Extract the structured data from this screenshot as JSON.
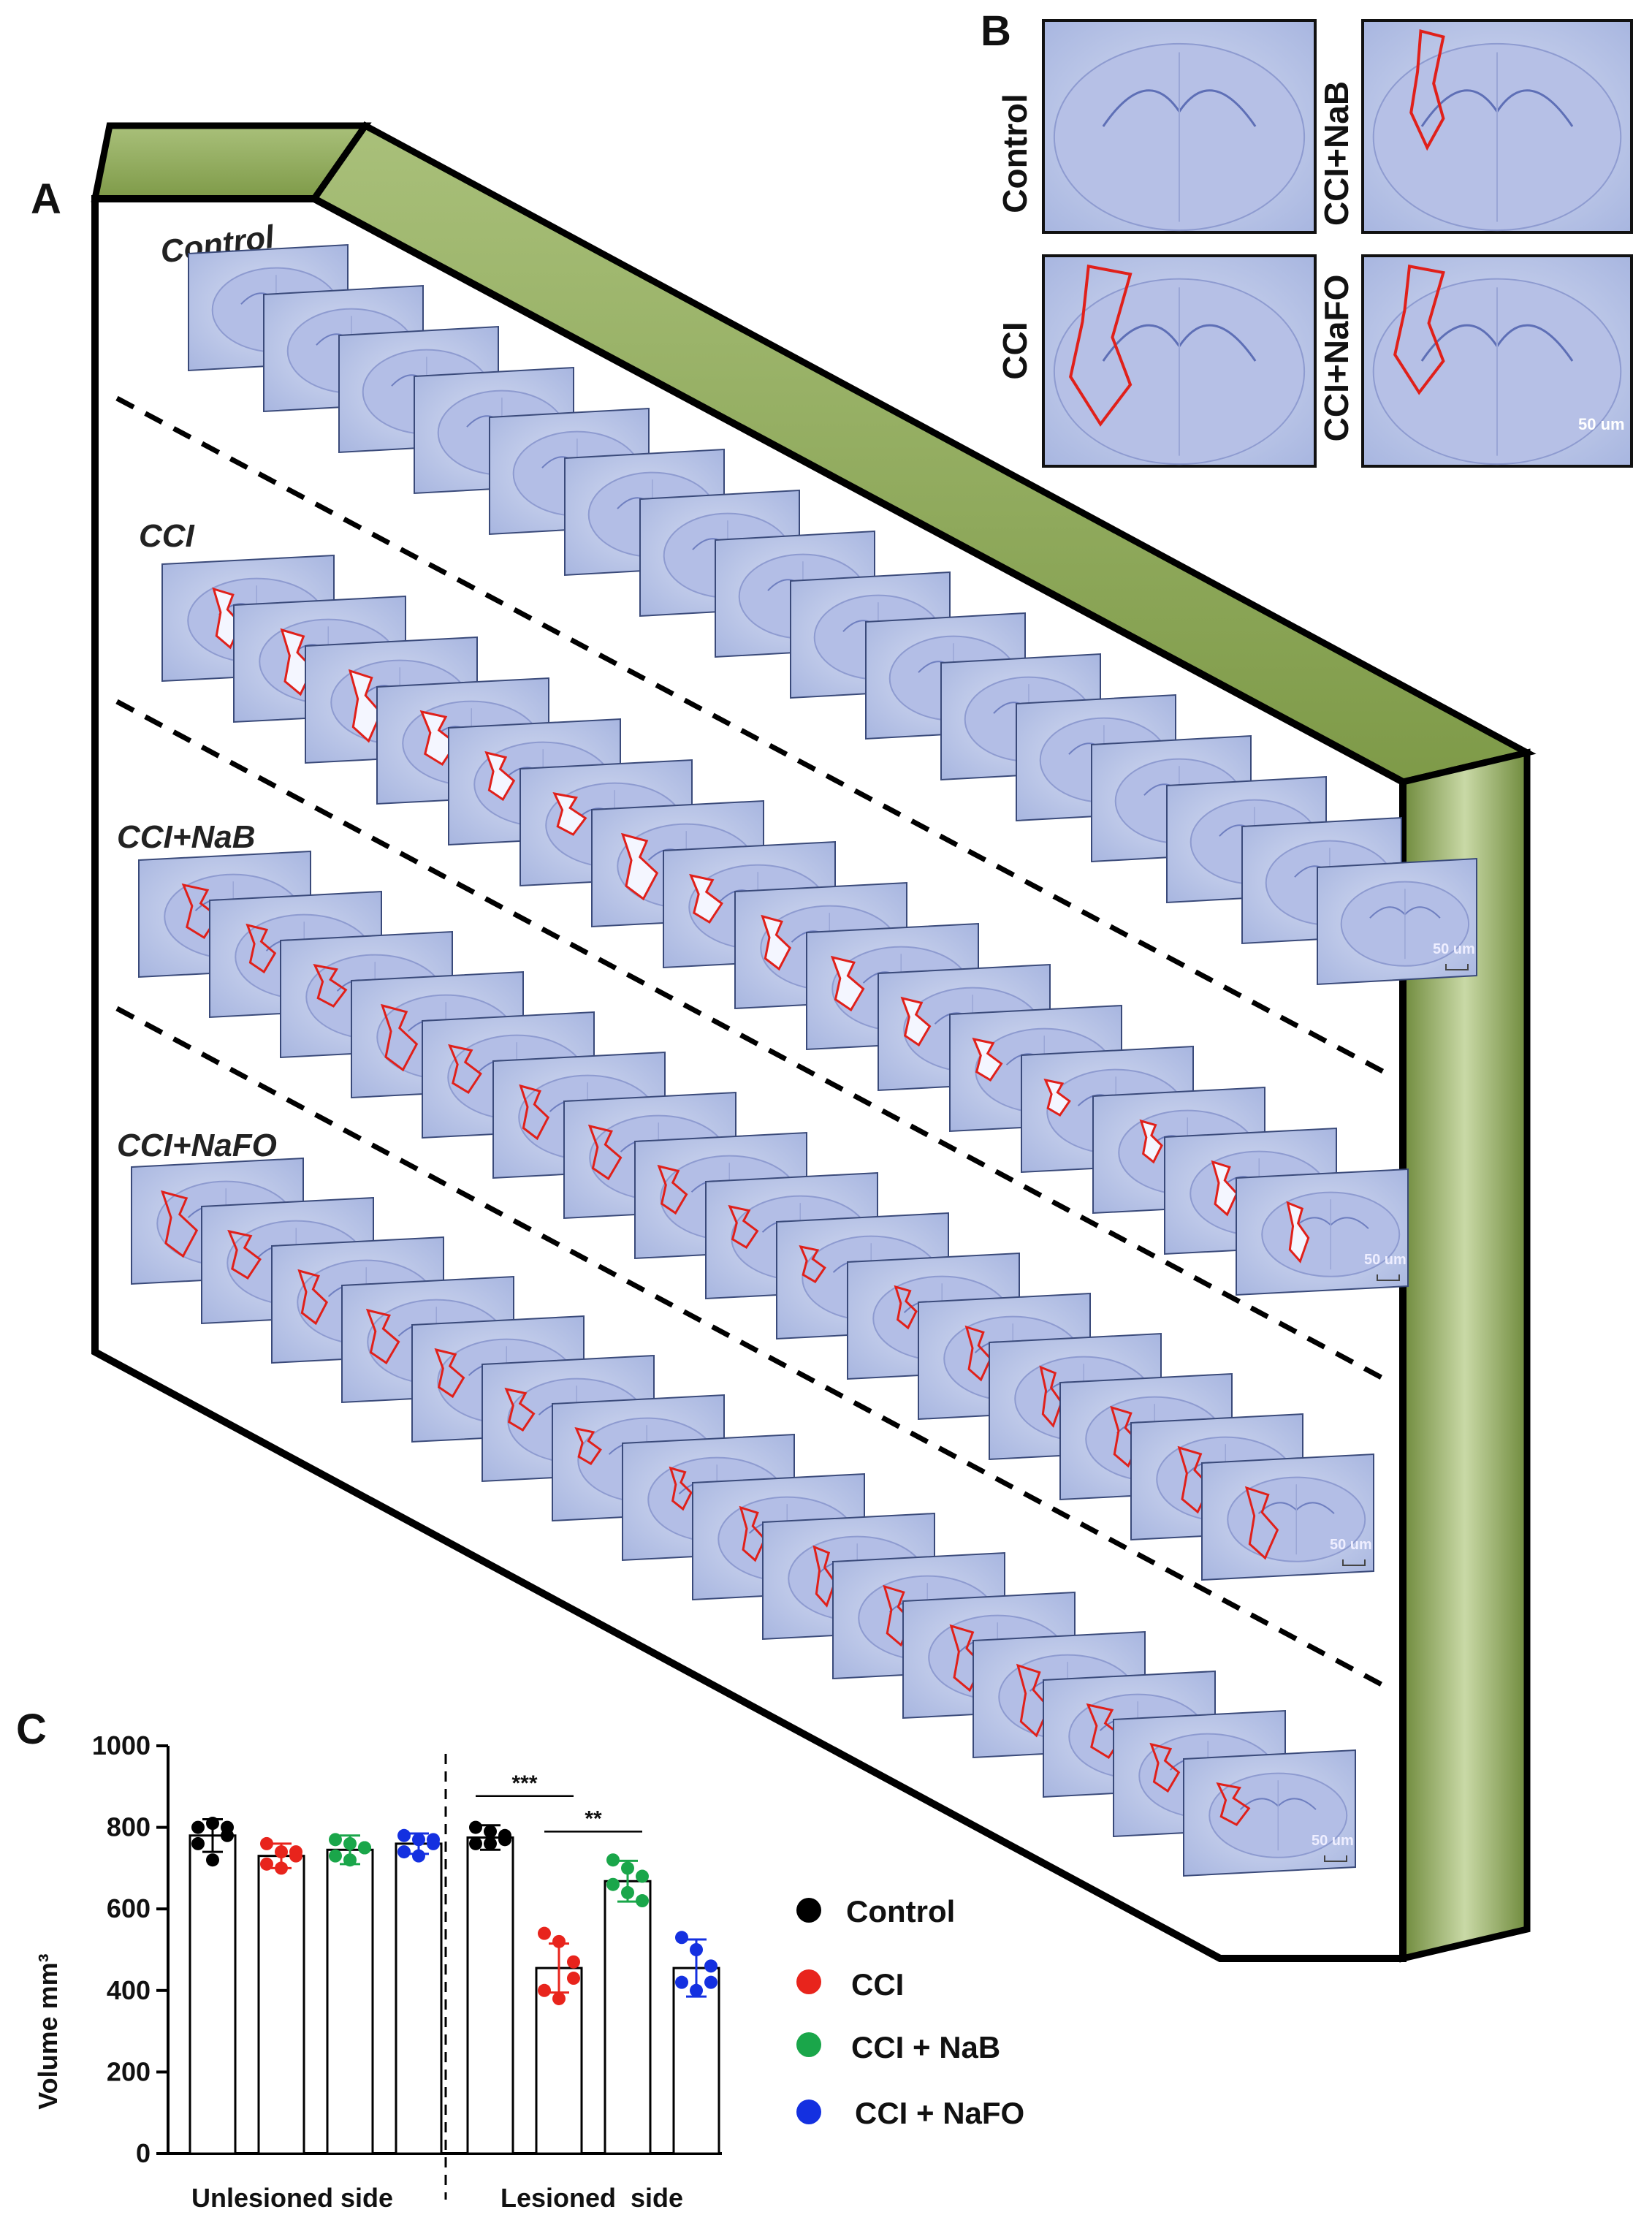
{
  "panels": {
    "a": {
      "letter": "A",
      "groups": [
        {
          "label": "Control",
          "slices": 16,
          "lesions": false,
          "scale_bar": "50 um"
        },
        {
          "label": "CCI",
          "slices": 16,
          "lesions": true,
          "scale_bar": "50 um"
        },
        {
          "label": "CCI+NaB",
          "slices": 16,
          "lesions": true,
          "scale_bar": "50 um"
        },
        {
          "label": "CCI+NaFO",
          "slices": 16,
          "lesions": true,
          "scale_bar": "50 um"
        }
      ],
      "colors": {
        "frame_green": "#8aa45a",
        "frame_dark": "#5f7a34",
        "slice_blue": "#b9c5e8",
        "lesion_red": "#e0201a"
      }
    },
    "b": {
      "letter": "B",
      "images": [
        {
          "label": "Control",
          "lesion": false
        },
        {
          "label": "CCI+NaB",
          "lesion": true
        },
        {
          "label": "CCI",
          "lesion": true
        },
        {
          "label": "CCI+NaFO",
          "lesion": true
        }
      ],
      "scale_bar": "50 um"
    },
    "c": {
      "letter": "C"
    }
  },
  "chart_data": {
    "type": "bar",
    "ylabel": "Volume mm³",
    "ylim": [
      0,
      1000
    ],
    "yticks": [
      0,
      200,
      400,
      600,
      800,
      1000
    ],
    "groups": [
      "Unlesioned side",
      "Lesioned  side"
    ],
    "series": [
      {
        "name": "Control",
        "color": "#000000",
        "values": [
          780,
          775
        ],
        "sd": [
          40,
          30
        ],
        "points": [
          [
            800,
            810,
            780,
            760,
            720,
            800
          ],
          [
            800,
            790,
            770,
            760,
            760,
            780
          ]
        ]
      },
      {
        "name": "CCI",
        "color": "#e8241c",
        "values": [
          730,
          455
        ],
        "sd": [
          30,
          60
        ],
        "points": [
          [
            760,
            740,
            730,
            710,
            700,
            740
          ],
          [
            540,
            520,
            470,
            400,
            380,
            430
          ]
        ]
      },
      {
        "name": "CCI + NaB",
        "color": "#1aa64a",
        "values": [
          745,
          668
        ],
        "sd": [
          35,
          50
        ],
        "points": [
          [
            770,
            760,
            750,
            730,
            720,
            750
          ],
          [
            720,
            700,
            680,
            660,
            640,
            620
          ]
        ]
      },
      {
        "name": "CCI + NaFO",
        "color": "#1430e0",
        "values": [
          760,
          455
        ],
        "sd": [
          25,
          70
        ],
        "points": [
          [
            780,
            770,
            760,
            740,
            730,
            770
          ],
          [
            530,
            500,
            460,
            420,
            400,
            420
          ]
        ]
      }
    ],
    "significance": [
      {
        "label": "***",
        "from_series": 0,
        "to_series": 1,
        "group": 1
      },
      {
        "label": "**",
        "from_series": 1,
        "to_series": 2,
        "group": 1
      }
    ],
    "legend": [
      "Control",
      "CCI",
      "CCI + NaB",
      "CCI + NaFO"
    ]
  }
}
